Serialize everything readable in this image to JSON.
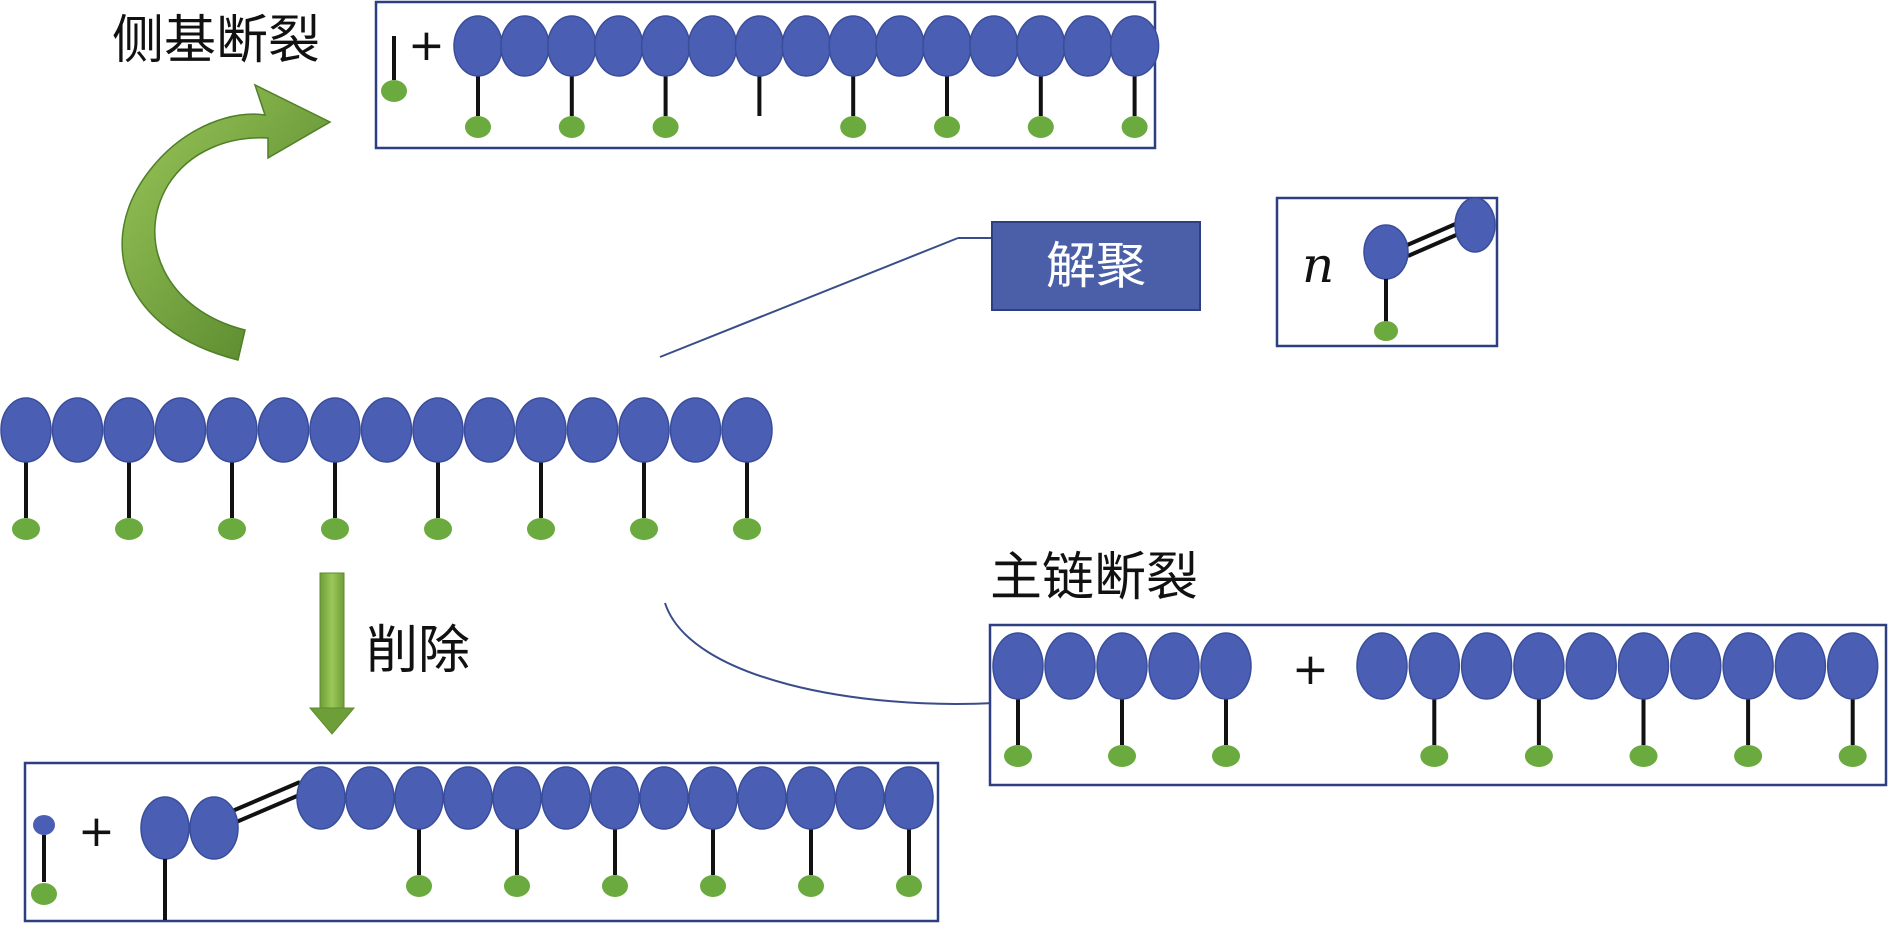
{
  "labels": {
    "side_group_scission": "侧基断裂",
    "depolymerization": "解聚",
    "elimination": "削除",
    "main_chain_scission": "主链断裂",
    "monomer_count": "n",
    "plus": "+"
  },
  "colors": {
    "monomer": "#4a5fb4",
    "monomer_edge": "#3a4d9a",
    "side_group": "#6aaa3e",
    "stick": "#111111",
    "box_border": "#2c3f80",
    "label_box": "#4a5fa8",
    "arrow_light": "#8ab84c",
    "arrow_dark": "#5a8a2e",
    "connector_line": "#3a4d8a"
  }
}
